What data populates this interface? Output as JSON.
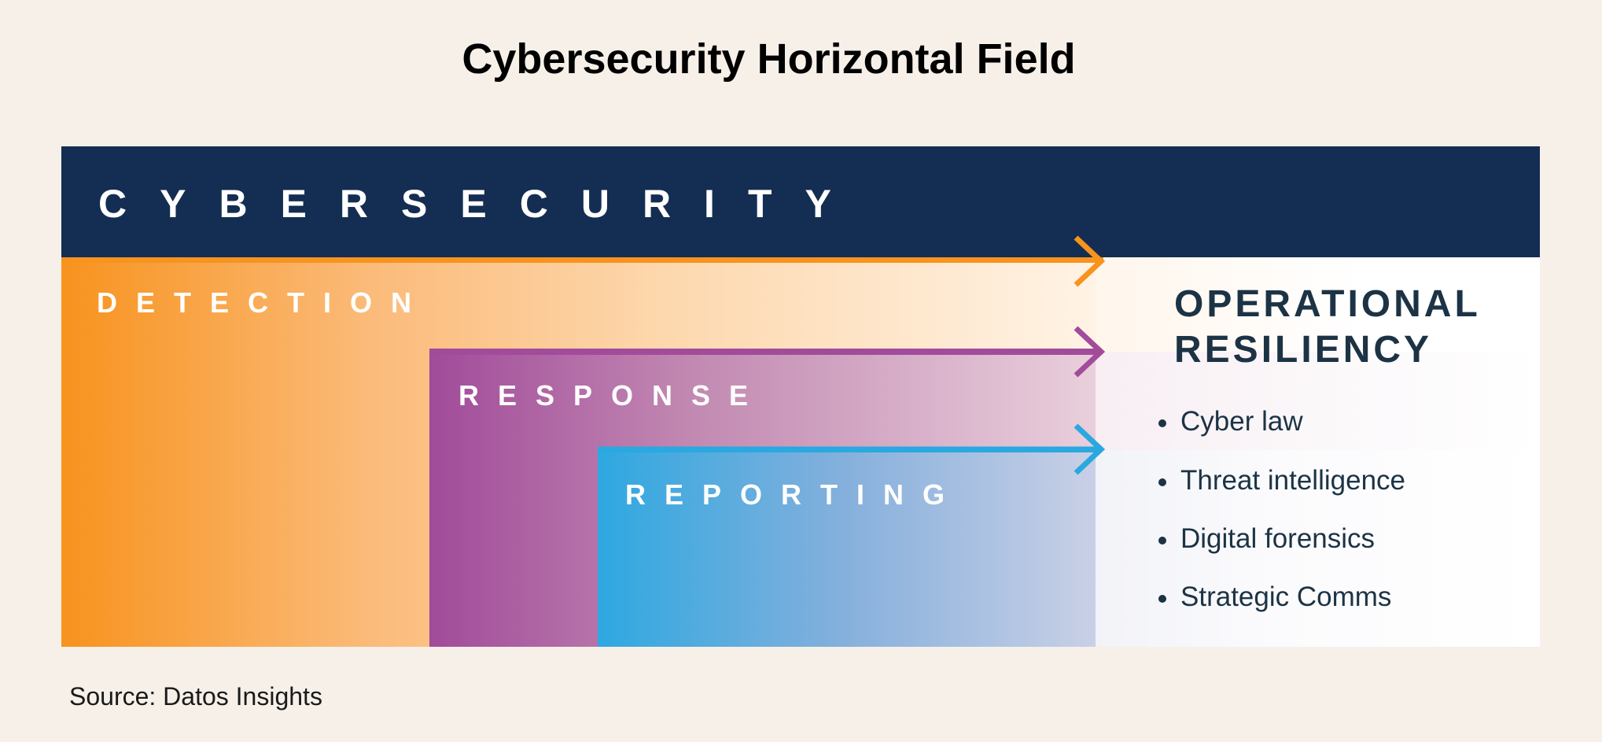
{
  "title": "Cybersecurity Horizontal Field",
  "banner": "CYBERSECURITY",
  "layers": [
    {
      "label": "DETECTION",
      "color": "#f7931e"
    },
    {
      "label": "RESPONSE",
      "color": "#a24b9b"
    },
    {
      "label": "REPORTING",
      "color": "#2aa8e0"
    }
  ],
  "outcome": {
    "title_line1": "OPERATIONAL",
    "title_line2": "RESILIENCY",
    "items": [
      "Cyber law",
      "Threat intelligence",
      "Digital forensics",
      "Strategic Comms"
    ]
  },
  "source": "Source: Datos Insights"
}
